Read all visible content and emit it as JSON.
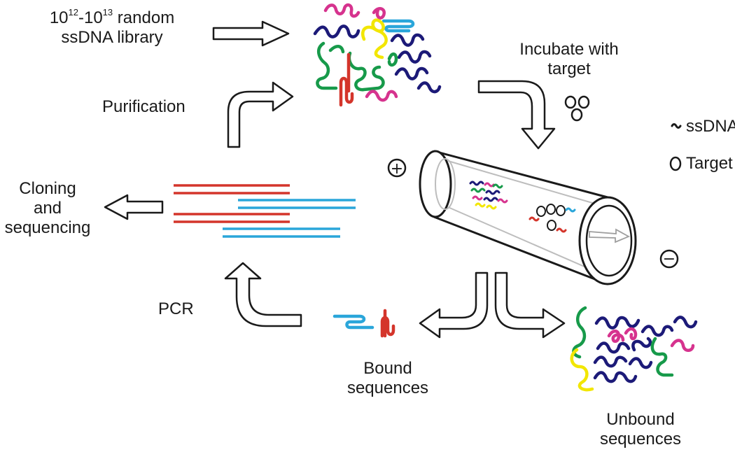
{
  "library_label": {
    "part1": "10",
    "sup1": "12",
    "part2": "-10",
    "sup2": "13",
    "part3": " random",
    "line2": "ssDNA library"
  },
  "purification_label": "Purification",
  "incubate_label": {
    "line1": "Incubate with",
    "line2": "target"
  },
  "legend": {
    "ssdna": "ssDNA",
    "target": "Target"
  },
  "polarity": {
    "positive": "+",
    "negative": "−"
  },
  "cloning_label": {
    "line1": "Cloning",
    "line2": "and",
    "line3": "sequencing"
  },
  "pcr_label": "PCR",
  "bound_label": {
    "line1": "Bound",
    "line2": "sequences"
  },
  "unbound_label": {
    "line1": "Unbound",
    "line2": "sequences"
  },
  "colors": {
    "navy": "#1c1a78",
    "green": "#179a4a",
    "magenta": "#d6338e",
    "yellow": "#f2e600",
    "red": "#d4352b",
    "blue": "#2aa6da",
    "outline": "#1a1a1a"
  }
}
